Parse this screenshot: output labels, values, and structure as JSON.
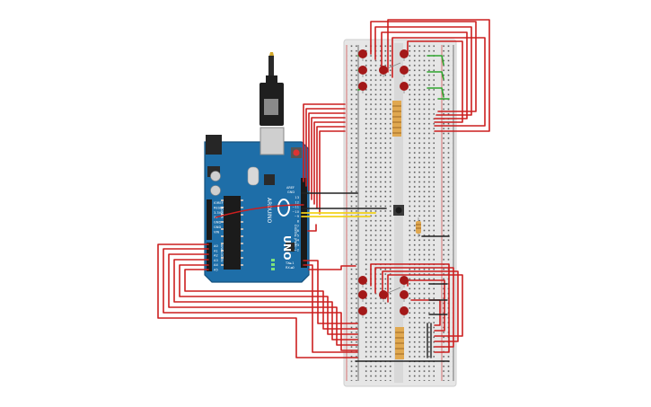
{
  "board": {
    "brand": "ARDUINO",
    "model": "UNO",
    "header_aref": "AREF",
    "header_gnd": "GND",
    "header_digital": "DIGITAL (PWM~)",
    "header_power": "POWER",
    "header_analog": "ANALOG IN",
    "header_tx": "TX►1",
    "header_rx": "RX◄0",
    "digital_labels": [
      "13",
      "12",
      "~11",
      "~10",
      "~9",
      "8",
      "7",
      "~6",
      "~5",
      "4",
      "~3",
      "2"
    ],
    "power_labels": [
      "IOREF",
      "RESET",
      "3.3V",
      "5V",
      "GND",
      "GND",
      "VIN"
    ],
    "analog_labels": [
      "A0",
      "A1",
      "A2",
      "A3",
      "A4",
      "A5"
    ]
  },
  "colors": {
    "board": "#1e6ea8",
    "board_edge": "#14507d",
    "breadboard": "#e6e6e6",
    "wire_red": "#cc1f1f",
    "wire_green": "#2ea62e",
    "wire_black": "#222222",
    "wire_yellow": "#f2d21b",
    "led": "#a31818",
    "resistor": "#e0a850"
  },
  "components": {
    "usb_cable": "usb-cable",
    "push_button": "push-button",
    "resistor": "resistor",
    "led_groups": [
      "top-led-group",
      "bottom-led-group"
    ],
    "resistor_banks": [
      "top-resistor-bank",
      "bottom-resistor-bank"
    ]
  }
}
